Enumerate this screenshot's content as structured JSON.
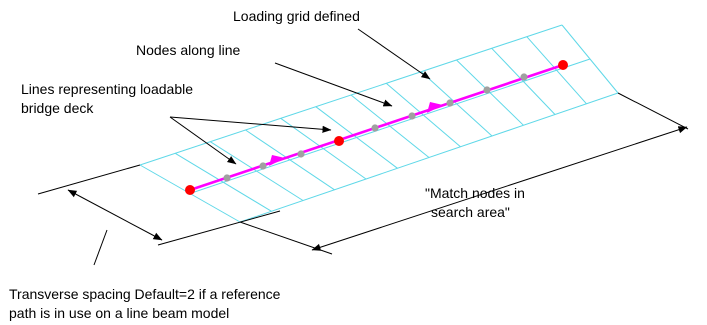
{
  "labels": {
    "loading_grid": "Loading grid defined",
    "nodes_along_line": "Nodes along line",
    "lines_loadable_1": "Lines representing loadable",
    "lines_loadable_2": "bridge deck",
    "match_nodes_1": "\"Match nodes in",
    "match_nodes_2": "search area\"",
    "transverse_1": "Transverse spacing Default=2 if a reference",
    "transverse_2": "path is in use on a line beam model"
  },
  "colors": {
    "grid": "#5fd8e8",
    "reference_path": "#ff00ff",
    "end_node": "#ff0000",
    "intermediate_node": "#a0a0a0",
    "leader": "#000000",
    "text": "#000000"
  }
}
